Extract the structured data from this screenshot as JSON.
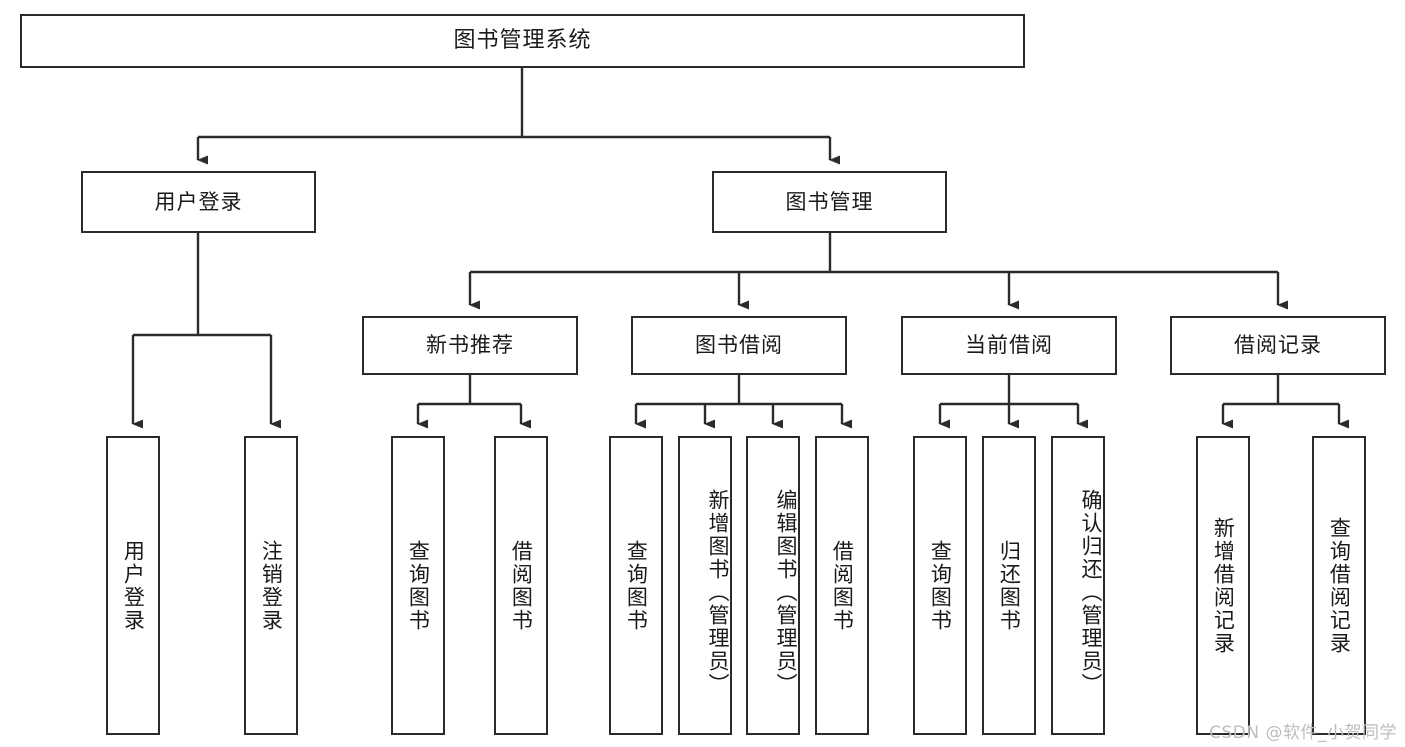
{
  "diagram": {
    "title": "图书管理系统",
    "type": "tree-hierarchy-chart",
    "watermark": "CSDN @软件_小贺同学",
    "colors": {
      "border": "#2b2b2b",
      "box_fill": "#ffffff",
      "text": "#1a1a1a",
      "edge": "#2b2b2b",
      "watermark": "#bdbdbd"
    },
    "levels": {
      "root": {
        "label": "图书管理系统"
      },
      "level2": [
        {
          "id": "user-login",
          "label": "用户登录"
        },
        {
          "id": "book-manage",
          "label": "图书管理"
        }
      ],
      "level3": [
        {
          "id": "new-book-rec",
          "label": "新书推荐",
          "parent": "book-manage"
        },
        {
          "id": "book-borrow",
          "label": "图书借阅",
          "parent": "book-manage"
        },
        {
          "id": "current-borrow",
          "label": "当前借阅",
          "parent": "book-manage"
        },
        {
          "id": "borrow-record",
          "label": "借阅记录",
          "parent": "book-manage"
        }
      ],
      "leaves": [
        {
          "id": "leaf-user-login",
          "label": "用户登录",
          "parent": "user-login"
        },
        {
          "id": "leaf-user-logout",
          "label": "注销登录",
          "parent": "user-login"
        },
        {
          "id": "leaf-rec-query",
          "label": "查询图书",
          "parent": "new-book-rec"
        },
        {
          "id": "leaf-rec-borrow",
          "label": "借阅图书",
          "parent": "new-book-rec"
        },
        {
          "id": "leaf-bb-query",
          "label": "查询图书",
          "parent": "book-borrow"
        },
        {
          "id": "leaf-bb-add",
          "label": "新增图书（管理员）",
          "parent": "book-borrow"
        },
        {
          "id": "leaf-bb-edit",
          "label": "编辑图书（管理员）",
          "parent": "book-borrow"
        },
        {
          "id": "leaf-bb-borrow",
          "label": "借阅图书",
          "parent": "book-borrow"
        },
        {
          "id": "leaf-cb-query",
          "label": "查询图书",
          "parent": "current-borrow"
        },
        {
          "id": "leaf-cb-return",
          "label": "归还图书",
          "parent": "current-borrow"
        },
        {
          "id": "leaf-cb-confirm",
          "label": "确认归还（管理员）",
          "parent": "current-borrow"
        },
        {
          "id": "leaf-br-add",
          "label": "新增借阅记录",
          "parent": "borrow-record"
        },
        {
          "id": "leaf-br-query",
          "label": "查询借阅记录",
          "parent": "borrow-record"
        }
      ]
    }
  }
}
